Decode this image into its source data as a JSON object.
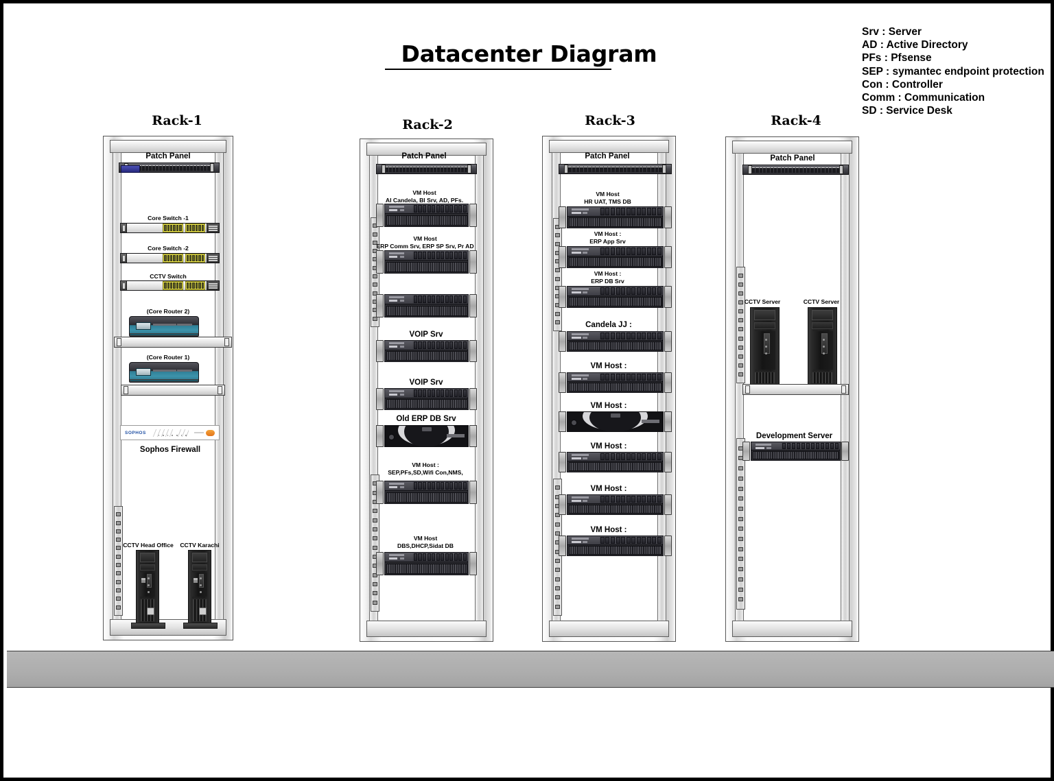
{
  "page": {
    "title": "Datacenter Diagram"
  },
  "legend": {
    "items": [
      "Srv : Server",
      "AD : Active Directory",
      "PFs : Pfsense",
      "SEP : symantec endpoint protection",
      "Con : Controller",
      "Comm : Communication",
      "SD : Service Desk"
    ]
  },
  "racks": [
    {
      "title": "Rack-1",
      "devices": [
        {
          "label": "Patch Panel",
          "type": "patch-panel"
        },
        {
          "label": "Core Switch -1",
          "type": "network-switch"
        },
        {
          "label": "Core Switch -2",
          "type": "network-switch"
        },
        {
          "label": "CCTV  Switch",
          "type": "network-switch"
        },
        {
          "label": "(Core Router 2)",
          "type": "core-router"
        },
        {
          "label": "(Core Router 1)",
          "type": "core-router"
        },
        {
          "label": "Sophos Firewall",
          "type": "firewall"
        },
        {
          "label": "CCTV Head Office",
          "type": "tower-server"
        },
        {
          "label": "CCTV Karachi",
          "type": "tower-server"
        }
      ]
    },
    {
      "title": "Rack-2",
      "devices": [
        {
          "label": "Patch Panel",
          "type": "patch-panel"
        },
        {
          "label": "VM Host",
          "sub": "AI Candela, BI  Srv, AD, PFs.",
          "type": "rack-server"
        },
        {
          "label": "VM Host",
          "sub": "ERP Comm  Srv, ERP SP  Srv, Pr AD",
          "type": "rack-server"
        },
        {
          "label": "",
          "type": "rack-server"
        },
        {
          "label": "VOIP Srv",
          "type": "rack-server"
        },
        {
          "label": "VOIP Srv",
          "type": "rack-server"
        },
        {
          "label": "Old ERP DB Srv",
          "type": "rack-server-dell"
        },
        {
          "label": "VM Host :",
          "sub": "SEP,PFs,SD,Wifi Con,NMS,",
          "type": "rack-server"
        },
        {
          "label": "VM Host",
          "sub": "DBS,DHCP,Sidat DB",
          "type": "rack-server"
        }
      ]
    },
    {
      "title": "Rack-3",
      "devices": [
        {
          "label": "Patch Panel",
          "type": "patch-panel"
        },
        {
          "label": "VM Host",
          "sub": "HR UAT, TMS DB",
          "type": "rack-server"
        },
        {
          "label": "VM Host :",
          "sub": "ERP App Srv",
          "type": "rack-server"
        },
        {
          "label": "VM Host :",
          "sub": "ERP DB Srv",
          "type": "rack-server"
        },
        {
          "label": "Candela JJ :",
          "type": "rack-server"
        },
        {
          "label": "VM Host :",
          "type": "rack-server"
        },
        {
          "label": "VM Host :",
          "type": "rack-server-dell"
        },
        {
          "label": "VM Host :",
          "type": "rack-server"
        },
        {
          "label": "VM Host :",
          "type": "rack-server"
        },
        {
          "label": "VM Host :",
          "type": "rack-server"
        }
      ]
    },
    {
      "title": "Rack-4",
      "devices": [
        {
          "label": "Patch Panel",
          "type": "patch-panel"
        },
        {
          "label": "CCTV  Server",
          "type": "tower-server"
        },
        {
          "label": "CCTV  Server",
          "type": "tower-server"
        },
        {
          "label": "Development Server",
          "type": "rack-server"
        }
      ]
    }
  ]
}
